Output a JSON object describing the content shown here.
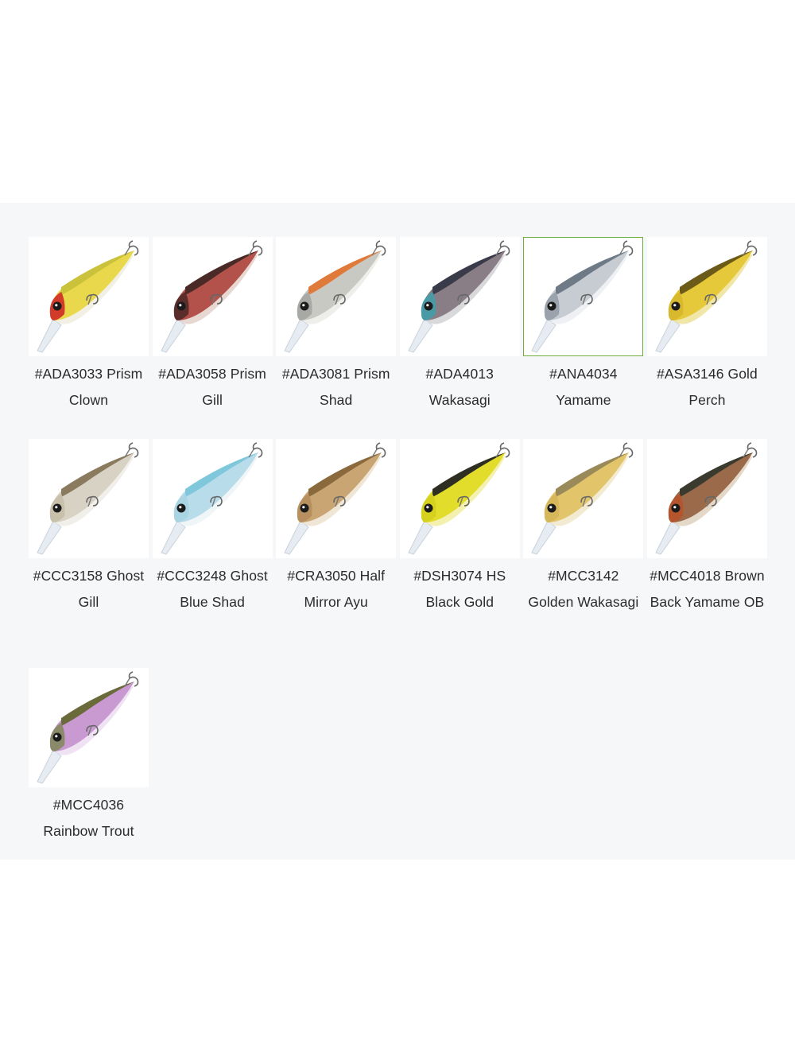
{
  "swatches": [
    {
      "label": "#ADA3033 Prism Clown",
      "body": "#e9d84b",
      "back": "#c9c23a",
      "head": "#d23a2a",
      "belly": "#f2f0e4",
      "selected": false
    },
    {
      "label": "#ADA3058 Prism Gill",
      "body": "#b3524a",
      "back": "#4a2a26",
      "head": "#5b2d2a",
      "belly": "#e8d8d2",
      "selected": false
    },
    {
      "label": "#ADA3081 Prism Shad",
      "body": "#c9c9c4",
      "back": "#e07a3a",
      "head": "#a7a9a4",
      "belly": "#eeeeea",
      "selected": false
    },
    {
      "label": "#ADA4013 Wakasagi",
      "body": "#8a7e86",
      "back": "#3a3b4a",
      "head": "#4a9aa6",
      "belly": "#d9d9dc",
      "selected": false
    },
    {
      "label": "#ANA4034 Yamame",
      "body": "#c7ccd2",
      "back": "#6e7a86",
      "head": "#9aa3ad",
      "belly": "#eef0f3",
      "selected": true
    },
    {
      "label": "#ASA3146 Gold Perch",
      "body": "#e6c93a",
      "back": "#6b5a18",
      "head": "#d8b82c",
      "belly": "#f0e6a8",
      "selected": false
    },
    {
      "label": "#CCC3158 Ghost Gill",
      "body": "#d8d2c4",
      "back": "#8a7a5e",
      "head": "#c9c0ab",
      "belly": "#f1efe9",
      "selected": false
    },
    {
      "label": "#CCC3248 Ghost Blue Shad",
      "body": "#b9dcea",
      "back": "#7fc8dc",
      "head": "#a9d4e2",
      "belly": "#f0f5f8",
      "selected": false
    },
    {
      "label": "#CRA3050 Half Mirror Ayu",
      "body": "#c9a574",
      "back": "#8a6a3c",
      "head": "#b89060",
      "belly": "#efe6d6",
      "selected": false
    },
    {
      "label": "#DSH3074 HS Black Gold",
      "body": "#e2dc2a",
      "back": "#2e2e22",
      "head": "#d6d01e",
      "belly": "#f3f0b0",
      "selected": false
    },
    {
      "label": "#MCC3142 Golden Wakasagi",
      "body": "#e2c46a",
      "back": "#9a8a5a",
      "head": "#d6b85a",
      "belly": "#f2ebd2",
      "selected": false
    },
    {
      "label": "#MCC4018 Brown Back Yamame OB",
      "body": "#9a6a4a",
      "back": "#3a3a2e",
      "head": "#b4552e",
      "belly": "#e4d8c8",
      "selected": false
    },
    {
      "label": "#MCC4036 Rainbow Trout",
      "body": "#c99ad2",
      "back": "#6a6a3a",
      "head": "#8a8a6a",
      "belly": "#efe2f2",
      "selected": false
    }
  ]
}
